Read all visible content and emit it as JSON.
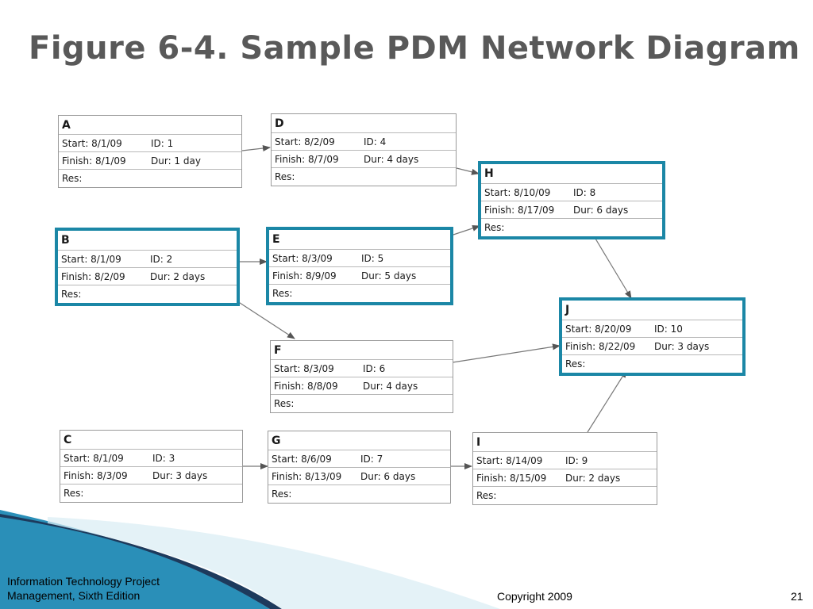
{
  "slide": {
    "title": "Figure 6-4. Sample PDM Network Diagram",
    "footer_line1": "Information Technology Project",
    "footer_line2": "Management, Sixth Edition",
    "copyright": "Copyright 2009",
    "page_number": "21"
  },
  "colors": {
    "critical_border": "#1b87a6",
    "accent_dark": "#1d3a5c",
    "accent_light": "#7cc3dc"
  },
  "nodes": {
    "a": {
      "name": "A",
      "start": "Start:  8/1/09",
      "id": "ID:   1",
      "finish": "Finish: 8/1/09",
      "dur": "Dur: 1 day",
      "res": "Res:"
    },
    "b": {
      "name": "B",
      "start": "Start:  8/1/09",
      "id": "ID:   2",
      "finish": "Finish: 8/2/09",
      "dur": "Dur: 2 days",
      "res": "Res:"
    },
    "c": {
      "name": "C",
      "start": "Start:  8/1/09",
      "id": "ID:   3",
      "finish": "Finish: 8/3/09",
      "dur": "Dur: 3 days",
      "res": "Res:"
    },
    "d": {
      "name": "D",
      "start": "Start:  8/2/09",
      "id": "ID:   4",
      "finish": "Finish: 8/7/09",
      "dur": "Dur: 4 days",
      "res": "Res:"
    },
    "e": {
      "name": "E",
      "start": "Start:  8/3/09",
      "id": "ID:   5",
      "finish": "Finish: 8/9/09",
      "dur": "Dur: 5 days",
      "res": "Res:"
    },
    "f": {
      "name": "F",
      "start": "Start:  8/3/09",
      "id": "ID:   6",
      "finish": "Finish: 8/8/09",
      "dur": "Dur: 4 days",
      "res": "Res:"
    },
    "g": {
      "name": "G",
      "start": "Start:  8/6/09",
      "id": "ID:   7",
      "finish": "Finish: 8/13/09",
      "dur": "Dur: 6 days",
      "res": "Res:"
    },
    "h": {
      "name": "H",
      "start": "Start:  8/10/09",
      "id": "ID:   8",
      "finish": "Finish: 8/17/09",
      "dur": "Dur: 6 days",
      "res": "Res:"
    },
    "i": {
      "name": "I",
      "start": "Start:  8/14/09",
      "id": "ID:   9",
      "finish": "Finish: 8/15/09",
      "dur": "Dur: 2 days",
      "res": "Res:"
    },
    "j": {
      "name": "J",
      "start": "Start:  8/20/09",
      "id": "ID:   10",
      "finish": "Finish: 8/22/09",
      "dur": "Dur: 3 days",
      "res": "Res:"
    }
  }
}
